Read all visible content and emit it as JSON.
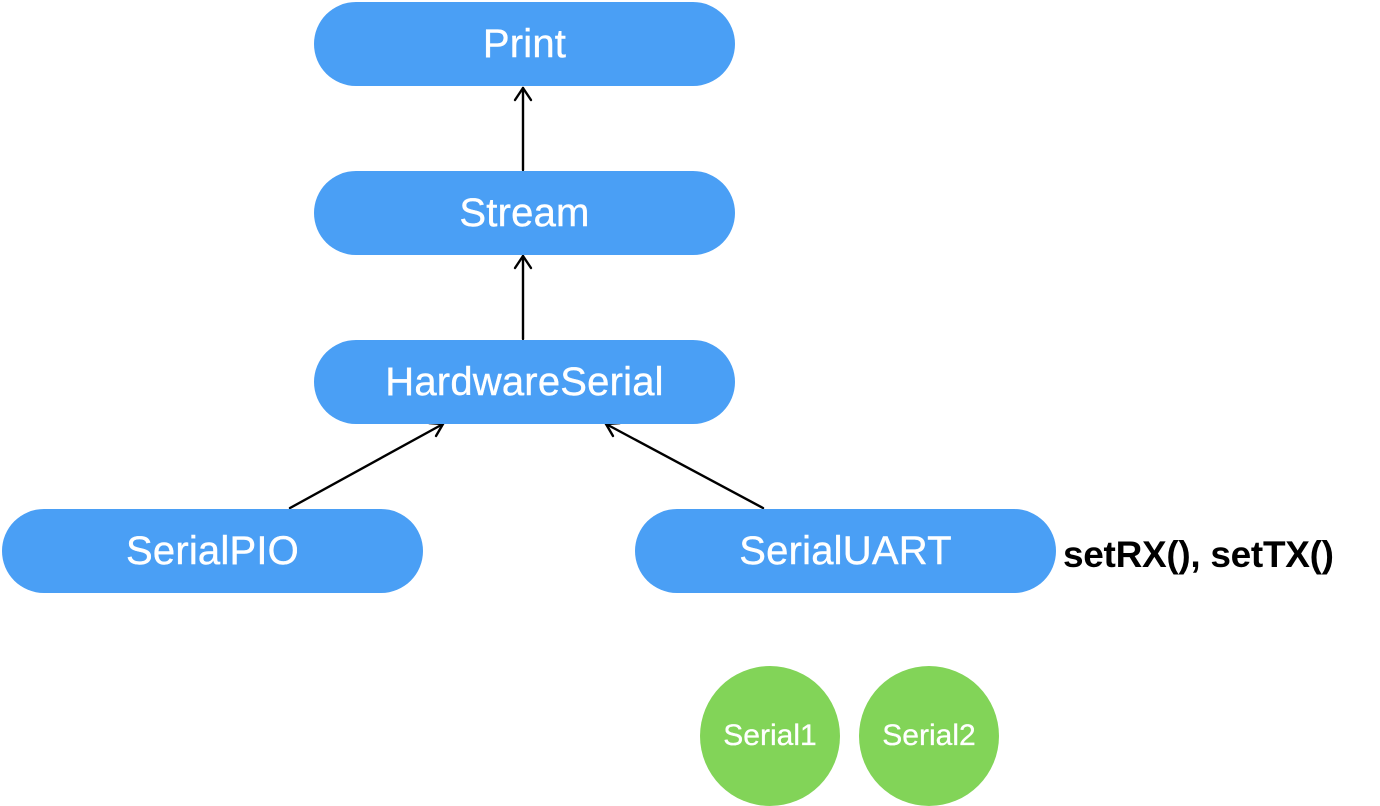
{
  "diagram": {
    "nodes": {
      "print": "Print",
      "stream": "Stream",
      "hardware_serial": "HardwareSerial",
      "serial_pio": "SerialPIO",
      "serial_uart": "SerialUART"
    },
    "instances": {
      "serial1": "Serial1",
      "serial2": "Serial2"
    },
    "annotation": "setRX(), setTX()",
    "colors": {
      "class_node": "#4a9ff5",
      "instance_node": "#82d458",
      "arrow": "#000000",
      "node_text": "#ffffff"
    }
  }
}
